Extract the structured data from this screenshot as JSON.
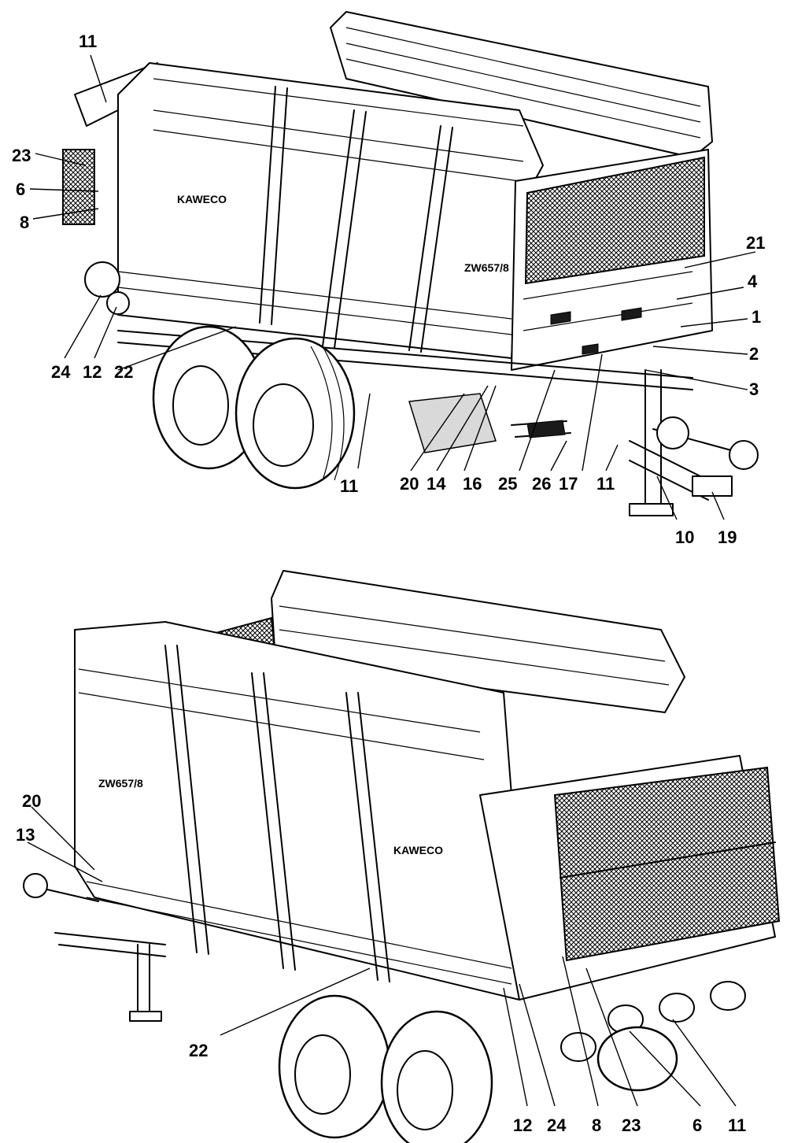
{
  "top_view": {
    "callouts": [
      "11",
      "23",
      "6",
      "8",
      "24",
      "12",
      "22",
      "11",
      "20",
      "14",
      "16",
      "25",
      "26",
      "17",
      "11",
      "10",
      "19",
      "21",
      "4",
      "1",
      "2",
      "3"
    ],
    "brand_text": "KAWECO",
    "model_text": "ZW657/8"
  },
  "bottom_view": {
    "callouts": [
      "20",
      "13",
      "22",
      "12",
      "24",
      "8",
      "23",
      "6",
      "11"
    ],
    "brand_text": "KAWECO",
    "model_text": "ZW657/8"
  },
  "colors": {
    "ink": "#000000",
    "paper": "#ffffff",
    "shade": "#d9d9d9"
  }
}
